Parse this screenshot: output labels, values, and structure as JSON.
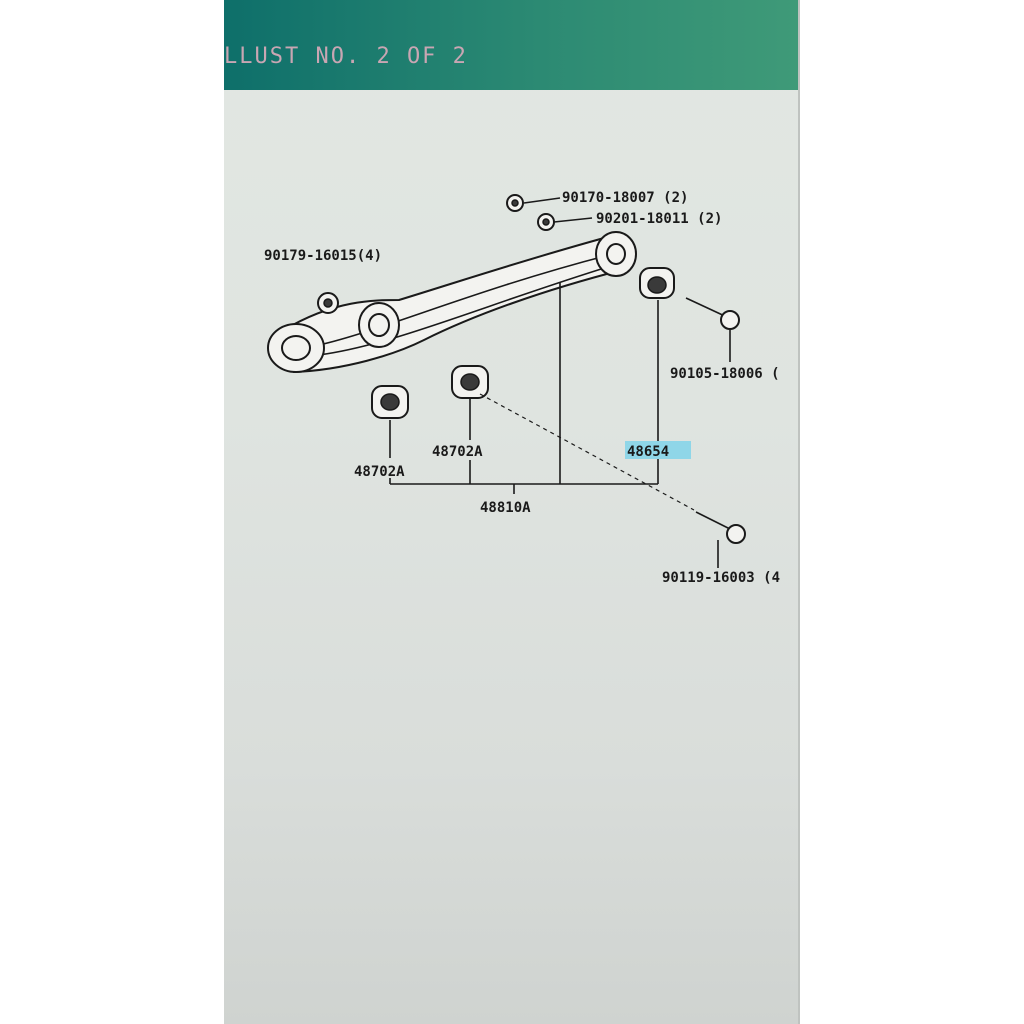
{
  "header": {
    "title": "LLUST NO. 2 OF 2"
  },
  "parts": [
    {
      "id": "p1",
      "label": "90170-18007 (2)"
    },
    {
      "id": "p2",
      "label": "90201-18011 (2)"
    },
    {
      "id": "p3",
      "label": "90179-16015(4)"
    },
    {
      "id": "p4",
      "label": "90105-18006 ("
    },
    {
      "id": "p5",
      "label": "48654"
    },
    {
      "id": "p6",
      "label": "48702A"
    },
    {
      "id": "p7",
      "label": "48702A"
    },
    {
      "id": "p8",
      "label": "48810A"
    },
    {
      "id": "p9",
      "label": "90119-16003 (4"
    }
  ]
}
